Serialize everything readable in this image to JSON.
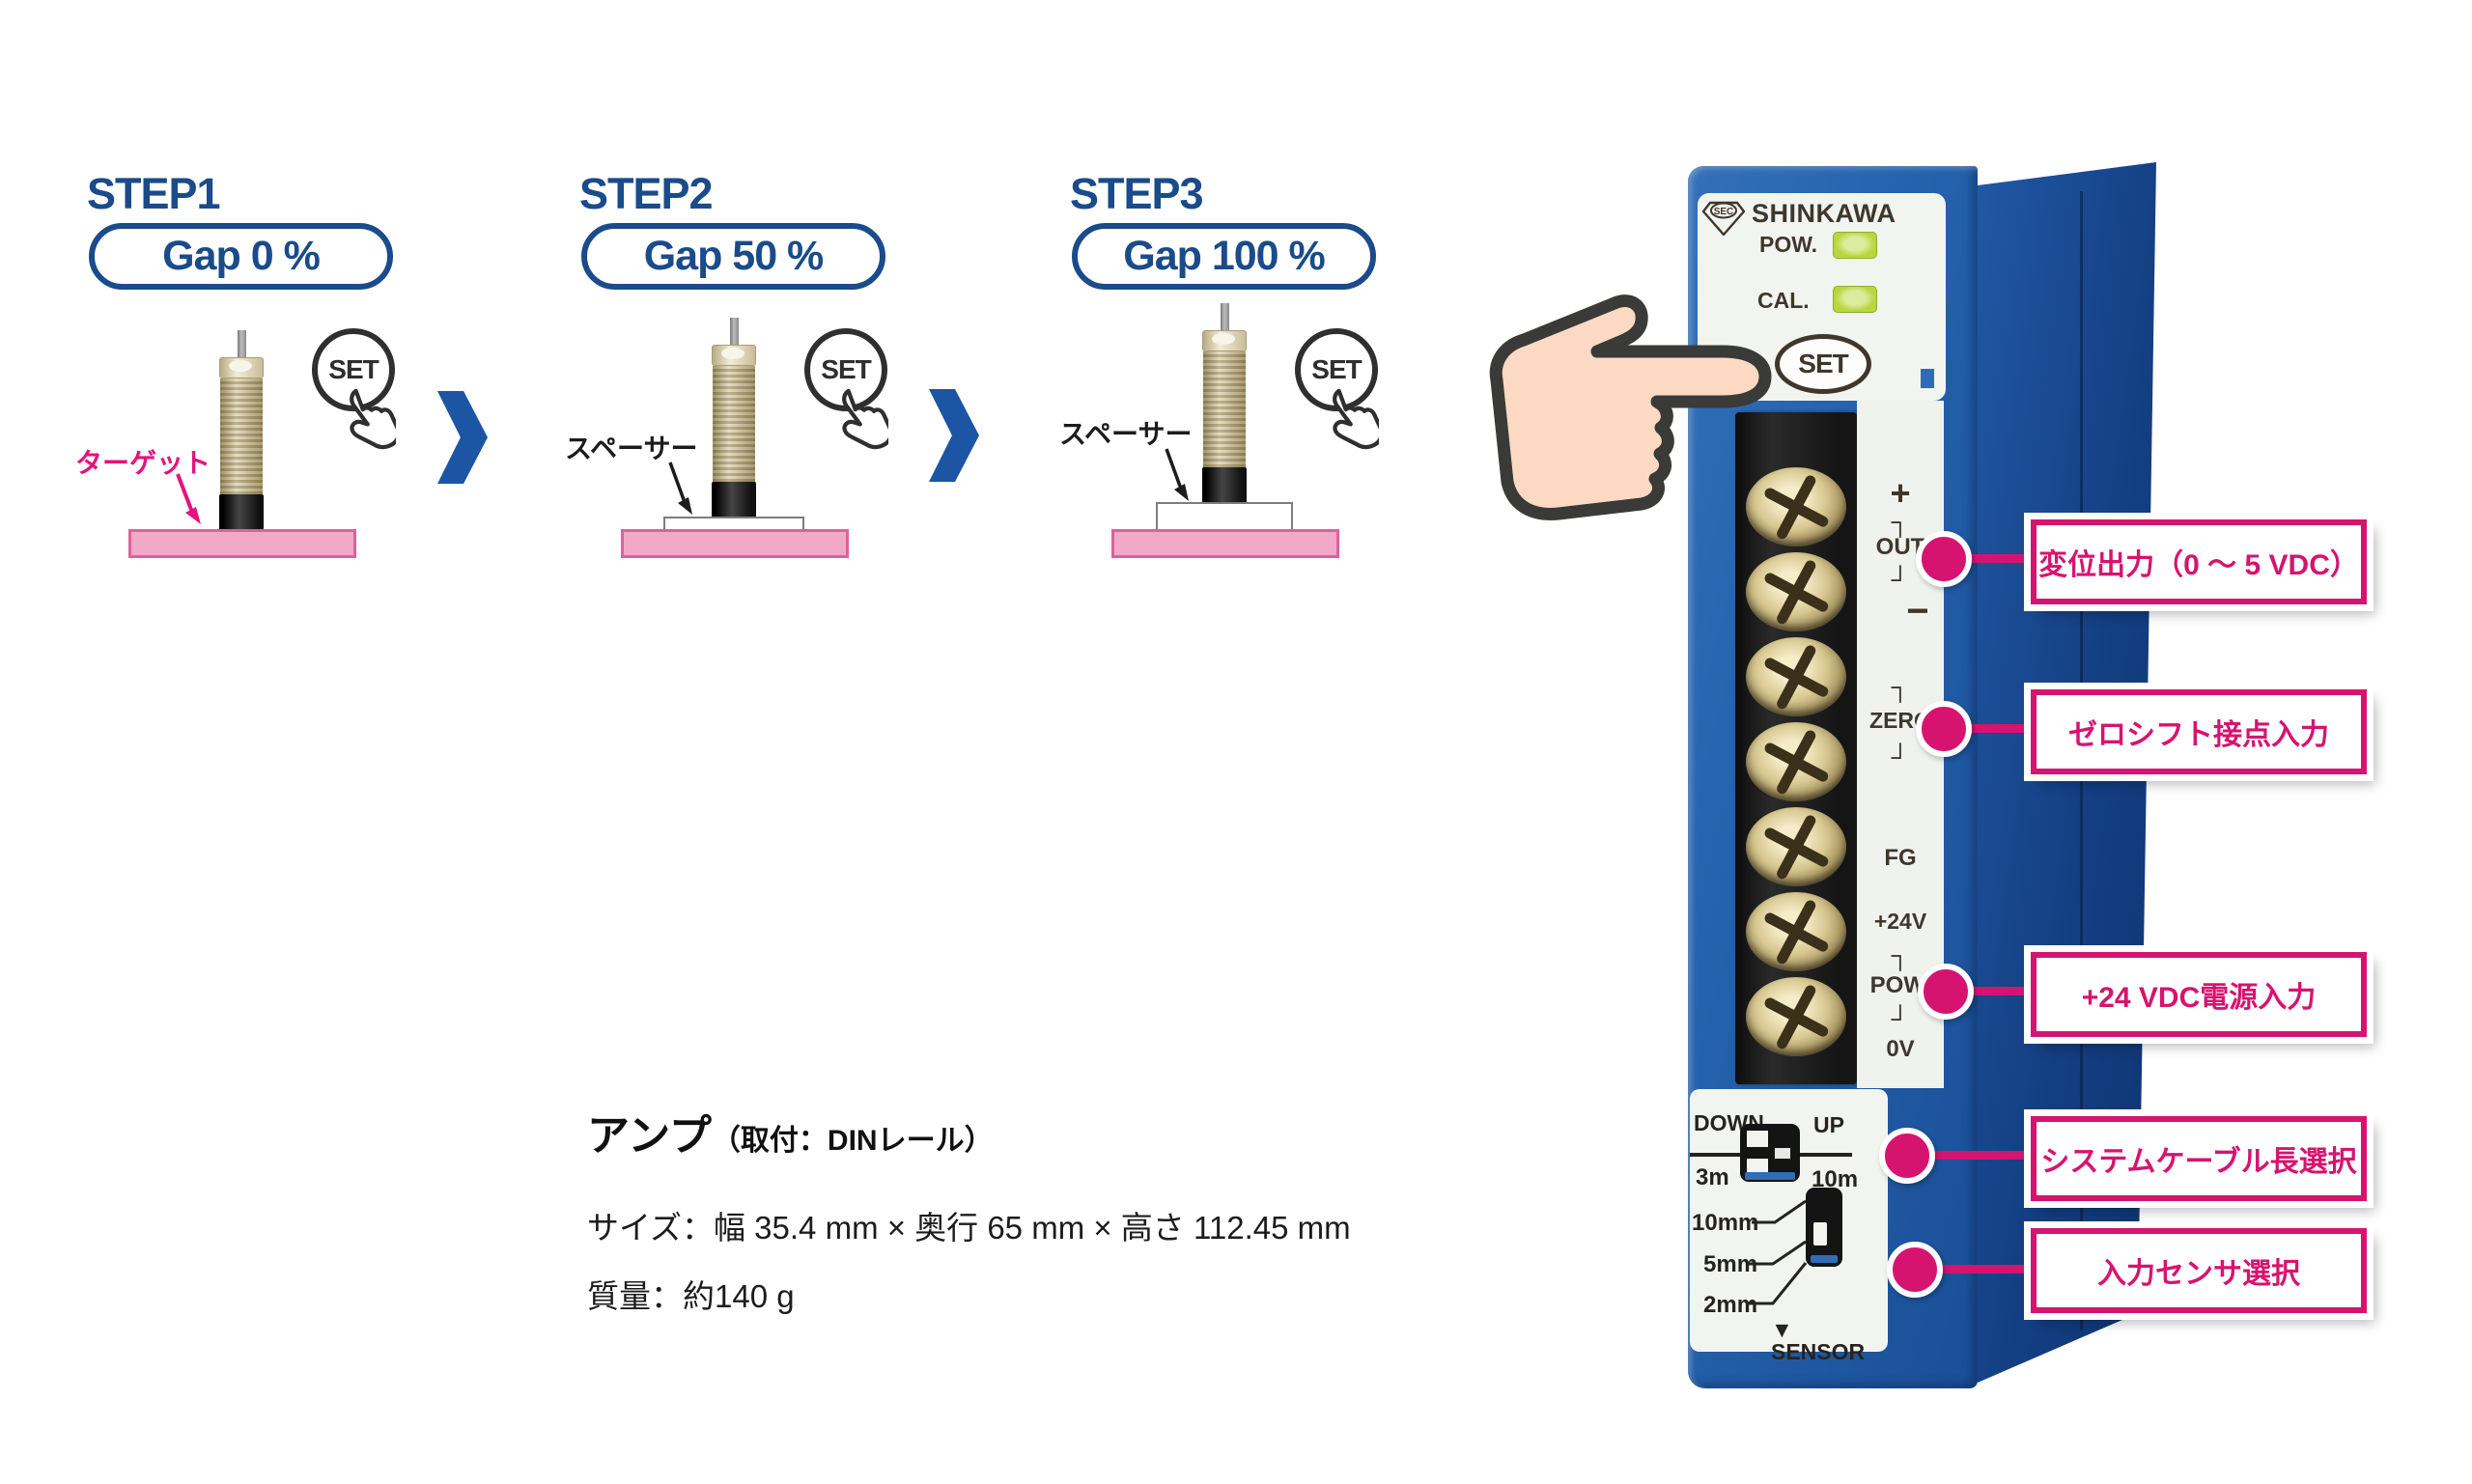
{
  "steps": [
    {
      "title": "STEP1",
      "gap": "Gap 0 %",
      "annotation": "ターゲット",
      "set_label": "SET"
    },
    {
      "title": "STEP2",
      "gap": "Gap 50 %",
      "annotation": "スペーサー",
      "set_label": "SET"
    },
    {
      "title": "STEP3",
      "gap": "Gap 100 %",
      "annotation": "スペーサー",
      "set_label": "SET"
    }
  ],
  "device": {
    "logo": "SEC",
    "brand": "SHINKAWA",
    "leds": [
      {
        "label": "POW."
      },
      {
        "label": "CAL."
      }
    ],
    "set_button": "SET",
    "terminals": {
      "plus": "+",
      "out": "OUT",
      "minus": "−",
      "zero": "ZERO",
      "fg": "FG",
      "p24": "+24V",
      "pow": "POW.",
      "zv": "0V"
    },
    "glyphs": {
      "bt": "┐",
      "bb": "┘"
    },
    "switch1": {
      "left": "DOWN",
      "right": "UP",
      "left_val": "3m",
      "right_val": "10m"
    },
    "switch2": {
      "options": [
        "10mm",
        "5mm",
        "2mm"
      ],
      "label": "▼ SENSOR"
    }
  },
  "callouts": [
    {
      "label": "変位出力（0 ～ 5 VDC）"
    },
    {
      "label": "ゼロシフト接点入力"
    },
    {
      "label": "+24 VDC電源入力"
    },
    {
      "label": "システムケーブル長選択"
    },
    {
      "label": "入力センサ選択"
    }
  ],
  "specs": {
    "heading": "アンプ",
    "heading_note": "（取付：DINレール）",
    "size": "サイズ：幅 35.4 mm × 奥行 65 mm × 高さ 112.45 mm",
    "mass": "質量：約140 g"
  },
  "colors": {
    "accent_pink": "#d6146f",
    "navy": "#1a4b8a",
    "device_blue": "#2563ae",
    "led_green": "#b9d63e",
    "target_pink": "#f2a9c7",
    "skin": "#fbd9c3"
  }
}
